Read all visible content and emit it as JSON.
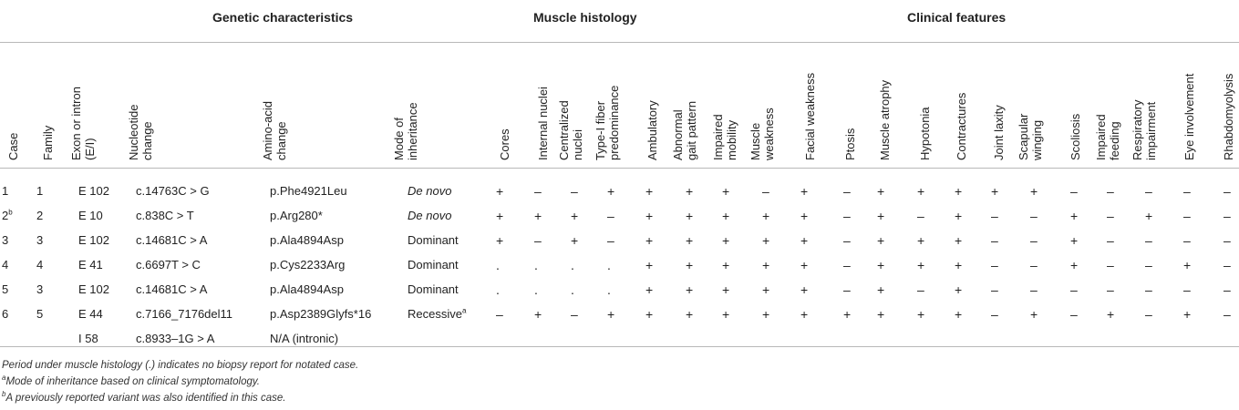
{
  "groups": [
    "Genetic characteristics",
    "Muscle histology",
    "Clinical features"
  ],
  "columns": [
    "Case",
    "Family",
    "Exon or intron\n(E/I)",
    "Nucleotide\nchange",
    "Amino-acid\nchange",
    "Mode of\ninheritance",
    "Cores",
    "Internal nuclei",
    "Centralized\nnuclei",
    "Type-I fiber\npredominance",
    "Ambulatory",
    "Abnormal\ngait pattern",
    "Impaired\nmobility",
    "Muscle\nweakness",
    "Facial weakness",
    "Ptosis",
    "Muscle atrophy",
    "Hypotonia",
    "Contractures",
    "Joint laxity",
    "Scapular\nwinging",
    "Scoliosis",
    "Impaired\nfeeding",
    "Respiratory\nimpairment",
    "Eye involvement",
    "Rhabdomyolysis"
  ],
  "rows": [
    {
      "case": "1",
      "case_sup": "",
      "family": "1",
      "exon": "E 102",
      "nucleotide": "c.14763C > G",
      "amino": "p.Phe4921Leu",
      "inheritance": "De novo",
      "inh_sup": "",
      "values": [
        "+",
        "–",
        "–",
        "+",
        "+",
        "+",
        "+",
        "–",
        "+",
        "–",
        "+",
        "+",
        "+",
        "+",
        "+",
        "–",
        "–",
        "–",
        "–",
        "–"
      ]
    },
    {
      "case": "2",
      "case_sup": "b",
      "family": "2",
      "exon": "E 10",
      "nucleotide": "c.838C > T",
      "amino": "p.Arg280*",
      "inheritance": "De novo",
      "inh_sup": "",
      "values": [
        "+",
        "+",
        "+",
        "–",
        "+",
        "+",
        "+",
        "+",
        "+",
        "–",
        "+",
        "–",
        "+",
        "–",
        "–",
        "+",
        "–",
        "+",
        "–",
        "–"
      ]
    },
    {
      "case": "3",
      "case_sup": "",
      "family": "3",
      "exon": "E 102",
      "nucleotide": "c.14681C > A",
      "amino": "p.Ala4894Asp",
      "inheritance": "Dominant",
      "inh_sup": "",
      "values": [
        "+",
        "–",
        "+",
        "–",
        "+",
        "+",
        "+",
        "+",
        "+",
        "–",
        "+",
        "+",
        "+",
        "–",
        "–",
        "+",
        "–",
        "–",
        "–",
        "–"
      ]
    },
    {
      "case": "4",
      "case_sup": "",
      "family": "4",
      "exon": "E 41",
      "nucleotide": "c.6697T > C",
      "amino": "p.Cys2233Arg",
      "inheritance": "Dominant",
      "inh_sup": "",
      "values": [
        ".",
        ".",
        ".",
        ".",
        "+",
        "+",
        "+",
        "+",
        "+",
        "–",
        "+",
        "+",
        "+",
        "–",
        "–",
        "+",
        "–",
        "–",
        "+",
        "–"
      ]
    },
    {
      "case": "5",
      "case_sup": "",
      "family": "3",
      "exon": "E 102",
      "nucleotide": "c.14681C > A",
      "amino": "p.Ala4894Asp",
      "inheritance": "Dominant",
      "inh_sup": "",
      "values": [
        ".",
        ".",
        ".",
        ".",
        "+",
        "+",
        "+",
        "+",
        "+",
        "–",
        "+",
        "–",
        "+",
        "–",
        "–",
        "–",
        "–",
        "–",
        "–",
        "–"
      ]
    },
    {
      "case": "6",
      "case_sup": "",
      "family": "5",
      "exon": "E 44",
      "nucleotide": "c.7166_7176del11",
      "amino": "p.Asp2389Glyfs*16",
      "inheritance": "Recessive",
      "inh_sup": "a",
      "values": [
        "–",
        "+",
        "–",
        "+",
        "+",
        "+",
        "+",
        "+",
        "+",
        "+",
        "+",
        "+",
        "+",
        "–",
        "+",
        "–",
        "+",
        "–",
        "+",
        "–"
      ]
    },
    {
      "case": "",
      "case_sup": "",
      "family": "",
      "exon": "I 58",
      "nucleotide": "c.8933–1G > A",
      "amino": "N/A (intronic)",
      "inheritance": "",
      "inh_sup": "",
      "values": [
        "",
        "",
        "",
        "",
        "",
        "",
        "",
        "",
        "",
        "",
        "",
        "",
        "",
        "",
        "",
        "",
        "",
        "",
        "",
        ""
      ]
    }
  ],
  "footnotes": [
    {
      "sup": "",
      "text": "Period under muscle histology (.) indicates no biopsy report for notated case."
    },
    {
      "sup": "a",
      "text": "Mode of inheritance based on clinical symptomatology."
    },
    {
      "sup": "b",
      "text": "A previously reported variant was also identified in this case."
    }
  ]
}
